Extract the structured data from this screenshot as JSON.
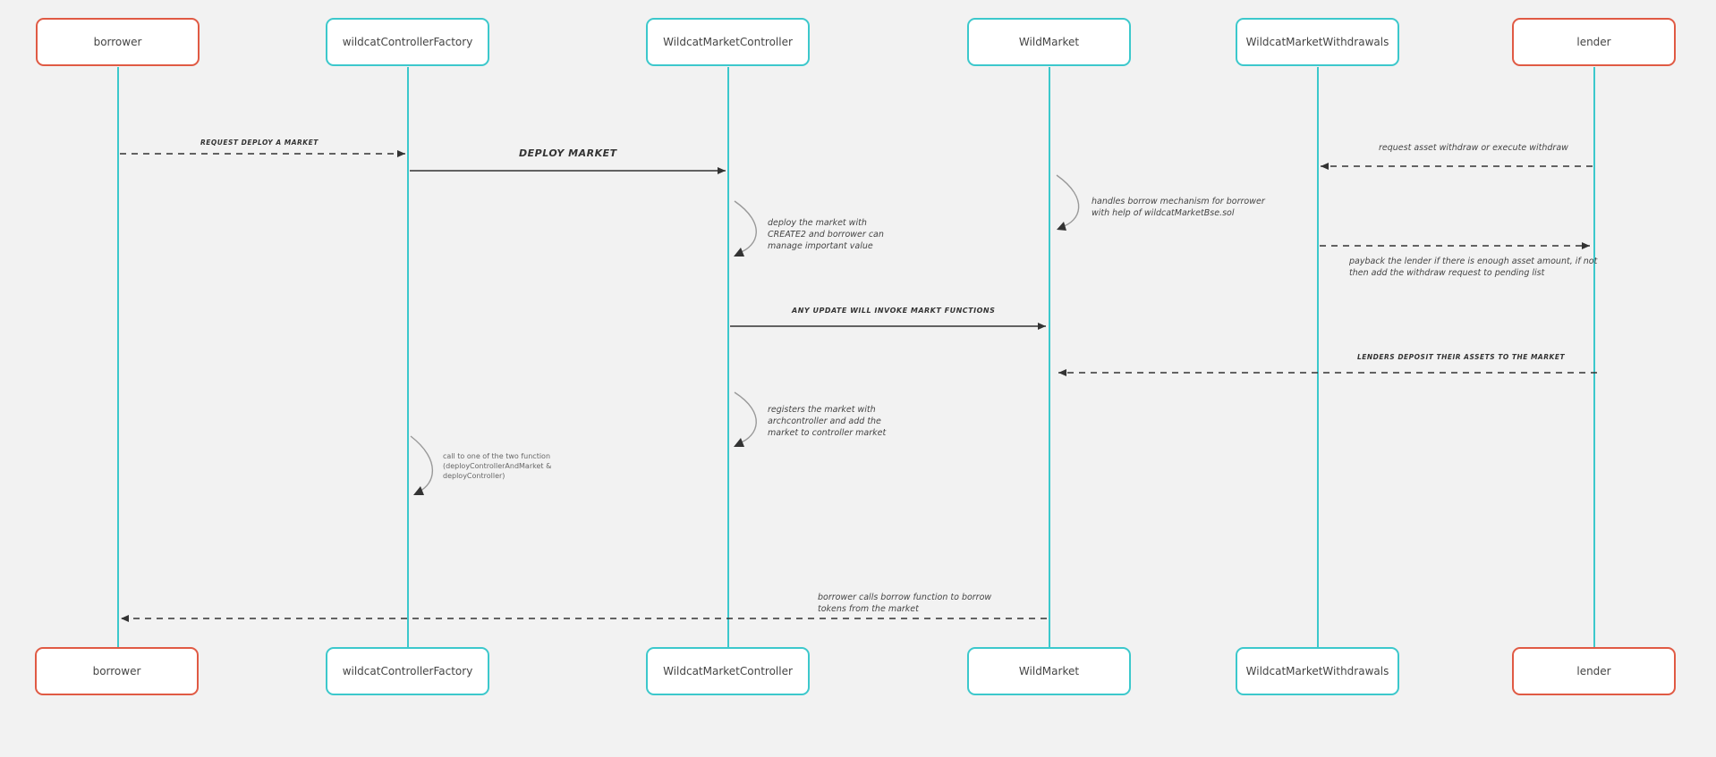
{
  "participants": [
    {
      "id": "borrower",
      "label": "borrower",
      "kind": "person"
    },
    {
      "id": "factory",
      "label": "wildcatControllerFactory",
      "kind": "system"
    },
    {
      "id": "controller",
      "label": "WildcatMarketController",
      "kind": "system"
    },
    {
      "id": "market",
      "label": "WildMarket",
      "kind": "system"
    },
    {
      "id": "withdrawals",
      "label": "WildcatMarketWithdrawals",
      "kind": "system"
    },
    {
      "id": "lender",
      "label": "lender",
      "kind": "person"
    }
  ],
  "messages": {
    "request_deploy": "request deploy a market",
    "deploy_market": "DEPLOY MARKET",
    "request_withdraw": "request asset withdraw or execute withdraw",
    "any_update": "ANY UPDATE WILL INVOKE MARKT FUNCTIONS",
    "lenders_deposit": "LENDERS DEPOSIT THEIR ASSETS TO THE MARKET"
  },
  "notes": {
    "handles_borrow": [
      "handles  borrow mechanism for borrower",
      "with help of wildcatMarketBse.sol"
    ],
    "deploy_create2": [
      "deploy the market with",
      "CREATE2 and borrower can",
      "manage important value"
    ],
    "payback_lender": [
      "payback the lender if there is enough asset amount, if not",
      "then add the withdraw request to pending list"
    ],
    "registers_market": [
      "registers the market with",
      "archcontroller and add the",
      "market to controller market"
    ],
    "call_function": [
      "call to one of the two function",
      "(deployControllerAndMarket &",
      "deployController)"
    ],
    "borrower_calls": [
      "borrower calls borrow function to borrow",
      "tokens from the market"
    ]
  },
  "colors": {
    "background": "#f2f2f2",
    "lifeline": "#3cc8cc",
    "system_border": "#3cc8cc",
    "person_border": "#e05a44",
    "arrow": "#333333",
    "self_loop": "#999999"
  }
}
